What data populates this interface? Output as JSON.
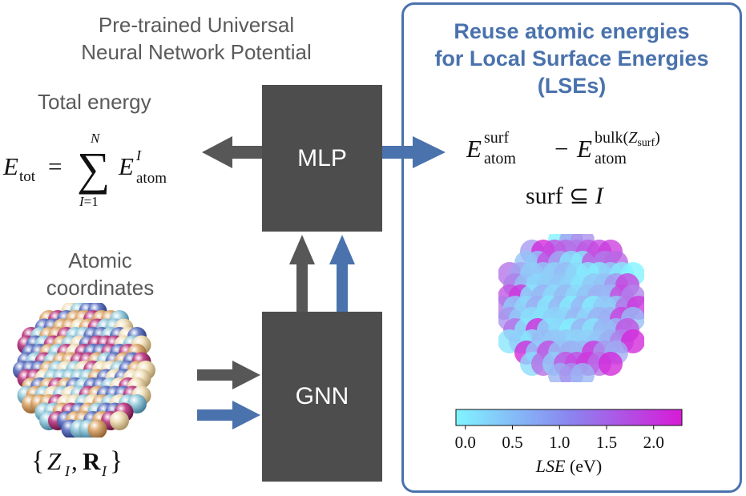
{
  "left": {
    "model_title_line1": "Pre-trained Universal",
    "model_title_line2": "Neural Network Potential",
    "total_energy_label": "Total energy",
    "atomic_coords_line1": "Atomic",
    "atomic_coords_line2": "coordinates"
  },
  "blocks": {
    "mlp": "MLP",
    "gnn": "GNN"
  },
  "right": {
    "title_line1": "Reuse atomic energies",
    "title_line2": "for Local Surface Energies",
    "title_line3": "(LSEs)"
  },
  "colorbar": {
    "ticks": [
      "0.0",
      "0.5",
      "1.0",
      "1.5",
      "2.0"
    ],
    "label": "LSE",
    "unit": "(eV)",
    "range": [
      -0.1,
      2.3
    ]
  },
  "colors": {
    "dark_gray": "#4d4d4d",
    "arrow_gray": "#575757",
    "blue": "#4a72ad",
    "cmap_low": "#80f4ff",
    "cmap_high": "#d81bd8"
  }
}
